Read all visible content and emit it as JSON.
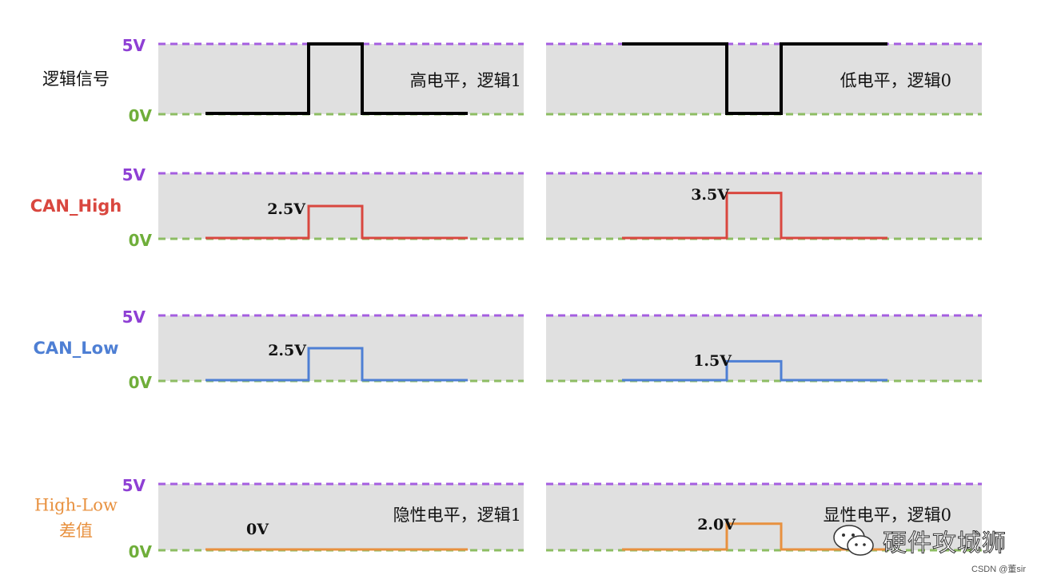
{
  "colors": {
    "panel_bg": "#e0e0e0",
    "line_5v": "#a55ee0",
    "line_0v": "#8dbd63",
    "logic": "#000000",
    "can_high": "#d9473f",
    "can_low": "#4e7fd4",
    "diff": "#e8913f",
    "label_5v": "#8e3fd4",
    "label_0v": "#6fae3a"
  },
  "rows": [
    {
      "label": [
        "逻辑信号"
      ],
      "label_color": "#111111",
      "label_font": "serif",
      "trace_color": "#000000",
      "left": {
        "note": "高电平，逻辑1",
        "value_label": "",
        "low_v": 0,
        "high_v": 5,
        "inverted": false
      },
      "right": {
        "note": "低电平，逻辑0",
        "value_label": "",
        "low_v": 0,
        "high_v": 5,
        "inverted": true
      }
    },
    {
      "label": [
        "CAN_High"
      ],
      "label_color": "#d9473f",
      "label_font": "sans",
      "trace_color": "#d9473f",
      "left": {
        "note": "",
        "value_label": "2.5V",
        "low_v": 0,
        "high_v": 2.5,
        "inverted": false
      },
      "right": {
        "note": "",
        "value_label": "3.5V",
        "low_v": 0,
        "high_v": 3.5,
        "inverted": false
      }
    },
    {
      "label": [
        "CAN_Low"
      ],
      "label_color": "#4e7fd4",
      "label_font": "sans",
      "trace_color": "#4e7fd4",
      "left": {
        "note": "",
        "value_label": "2.5V",
        "low_v": 0,
        "high_v": 2.5,
        "inverted": false
      },
      "right": {
        "note": "",
        "value_label": "1.5V",
        "low_v": 0,
        "high_v": 1.5,
        "inverted": false
      }
    },
    {
      "label": [
        "High-Low",
        "差值"
      ],
      "label_color": "#e8913f",
      "label_font": "serif",
      "trace_color": "#e8913f",
      "left": {
        "note": "隐性电平，逻辑1",
        "value_label": "0V",
        "low_v": 0,
        "high_v": 0,
        "inverted": false
      },
      "right": {
        "note": "显性电平，逻辑0",
        "value_label": "2.0V",
        "low_v": 0,
        "high_v": 2.0,
        "inverted": false
      }
    }
  ],
  "axis": {
    "top_label": "5V",
    "bottom_label": "0V"
  },
  "watermark": {
    "text": "硬件攻城狮",
    "icon": "wechat-icon"
  },
  "credit": "CSDN @董sir"
}
